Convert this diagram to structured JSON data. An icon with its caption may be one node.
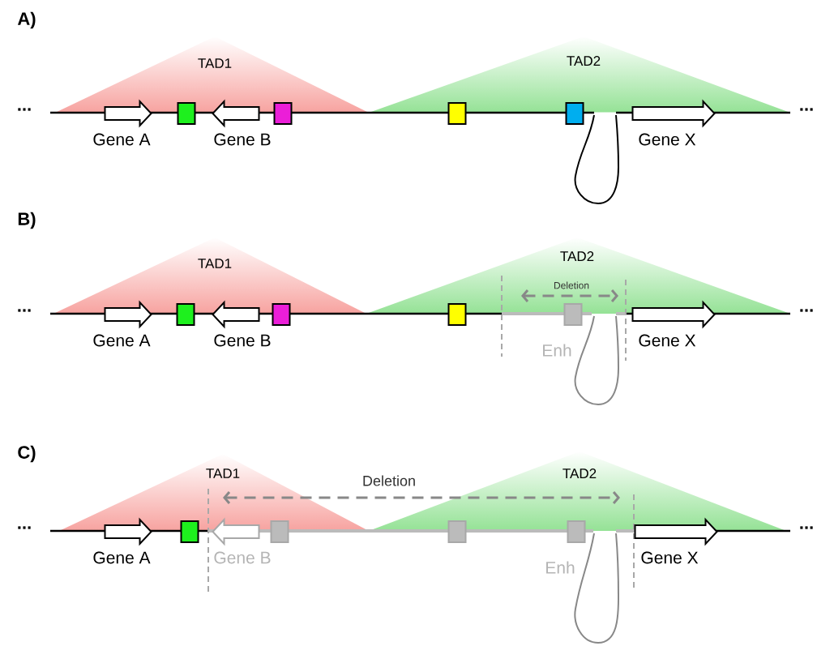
{
  "diagram": {
    "nodes": [
      {
        "text": [
          "TAD1"
        ]
      },
      {
        "text": [
          "TAD2"
        ]
      },
      {
        "text": [],
        "shape": "arrow",
        "beside": [
          "Gene A"
        ]
      },
      {
        "text": [],
        "shape": "box"
      },
      {
        "text": [],
        "shape": "arrow",
        "beside": [
          "Gene B"
        ]
      },
      {
        "text": [],
        "shape": "box"
      },
      {
        "text": [],
        "shape": "box"
      },
      {
        "text": [],
        "shape": "box"
      },
      {
        "text": [],
        "shape": "arrow",
        "beside": [
          "Gene X"
        ]
      },
      {
        "text": [
          "TAD1"
        ]
      },
      {
        "text": [
          "TAD2"
        ]
      },
      {
        "text": [],
        "shape": "arrow",
        "beside": [
          "Gene A"
        ]
      },
      {
        "text": [],
        "shape": "box"
      },
      {
        "text": [],
        "shape": "arrow",
        "beside": [
          "Gene B"
        ]
      },
      {
        "text": [],
        "shape": "box"
      },
      {
        "text": [],
        "shape": "box"
      },
      {
        "text": [],
        "shape": "box",
        "beside": [
          "Enh"
        ]
      },
      {
        "text": [],
        "shape": "arrow",
        "beside": [
          "Gene X"
        ]
      },
      {
        "text": [
          "TAD1"
        ]
      },
      {
        "text": [
          "TAD2"
        ]
      },
      {
        "text": [],
        "shape": "arrow",
        "beside": [
          "Gene A"
        ]
      },
      {
        "text": [],
        "shape": "box"
      },
      {
        "text": [],
        "shape": "arrow",
        "beside": [
          "Gene B"
        ]
      },
      {
        "text": [],
        "shape": "box"
      },
      {
        "text": [],
        "shape": "box"
      },
      {
        "text": [],
        "shape": "box",
        "beside": [
          "Enh"
        ]
      },
      {
        "text": [],
        "shape": "arrow",
        "beside": [
          "Gene X"
        ]
      }
    ],
    "labels": [
      "A)",
      "...",
      "...",
      "B)",
      "Deletion",
      "...",
      "...",
      "C)",
      "Deletion",
      "...",
      "..."
    ]
  }
}
